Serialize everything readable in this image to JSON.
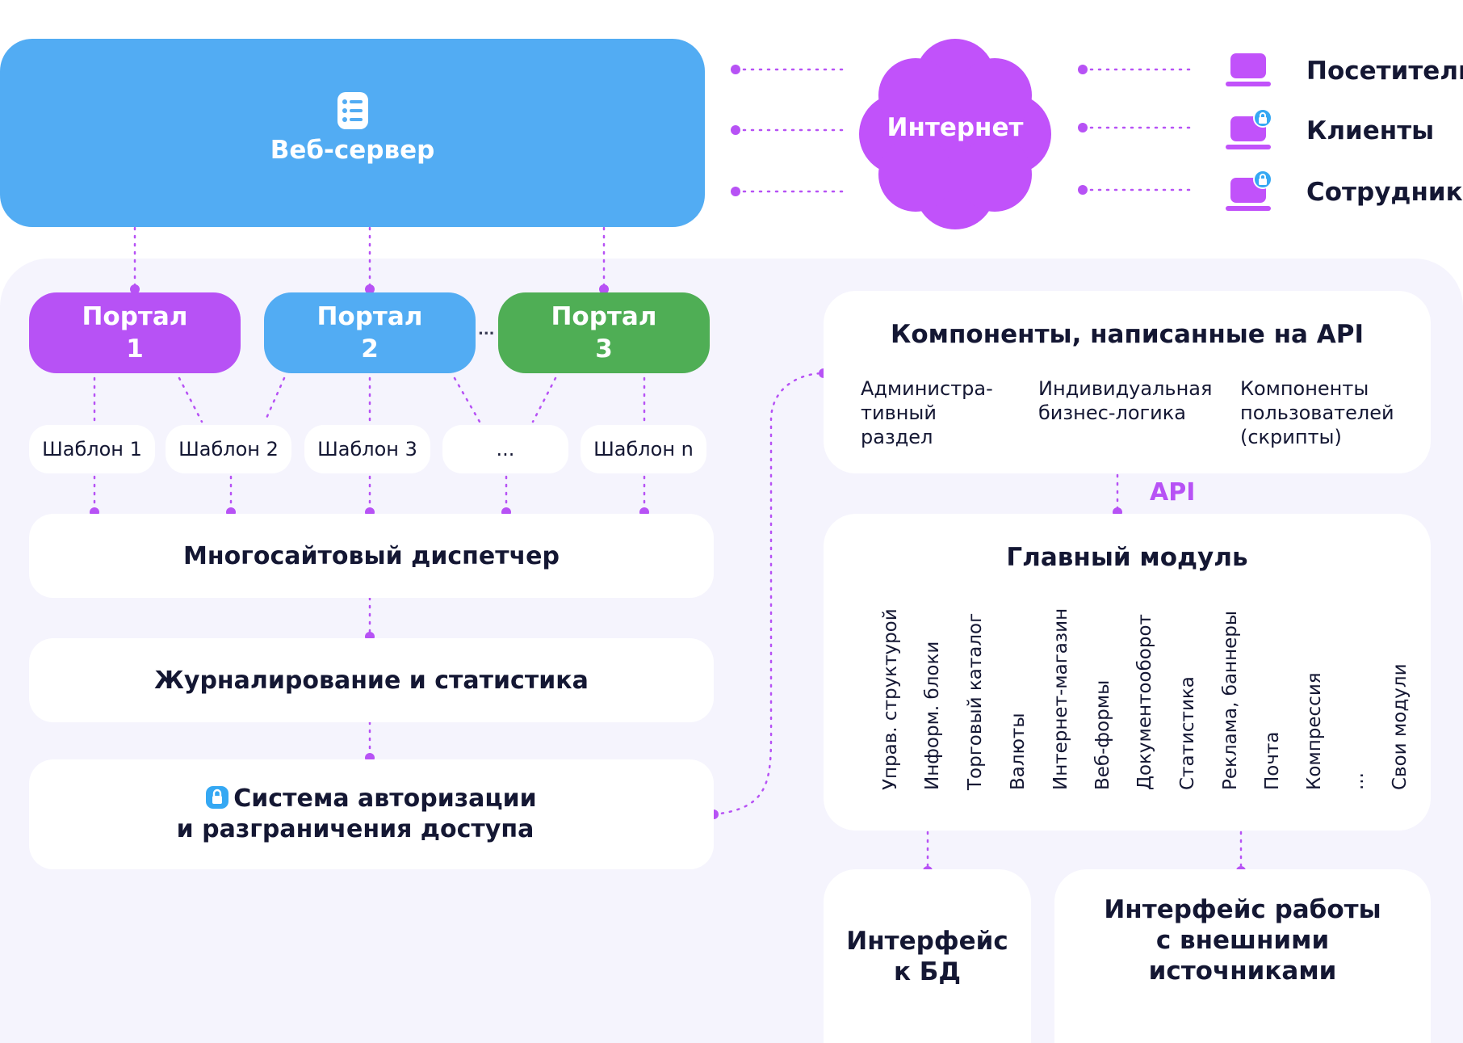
{
  "colors": {
    "accent_purple": "#b752f5",
    "web_server_blue": "#52acf3",
    "portal_1": "#b752f5",
    "portal_2": "#52acf3",
    "portal_3": "#4fae55",
    "panel_background": "#f5f4fd",
    "lock_blue": "#35a8f3"
  },
  "web_server": {
    "label": "Веб-сервер",
    "icon": "server-list-icon"
  },
  "internet": {
    "label": "Интернет",
    "icon": "cloud-icon"
  },
  "audiences": [
    {
      "label": "Посетители",
      "icon": "laptop-icon",
      "locked": false
    },
    {
      "label": "Клиенты",
      "icon": "laptop-lock-icon",
      "locked": true
    },
    {
      "label": "Сотрудники",
      "icon": "laptop-lock-icon",
      "locked": true
    }
  ],
  "portals": [
    {
      "line1": "Портал",
      "line2": "1"
    },
    {
      "line1": "Портал",
      "line2": "2"
    },
    {
      "line1": "Портал",
      "line2": "3"
    }
  ],
  "portal_ellipsis": "...",
  "templates": [
    "Шаблон 1",
    "Шаблон 2",
    "Шаблон 3",
    "...",
    "Шаблон n"
  ],
  "multisite_dispatcher": "Многосайтовый диспетчер",
  "logging": "Журналирование и статистика",
  "auth_system": {
    "line1": "Система авторизации",
    "line2": "и разграничения доступа",
    "icon": "lock-icon"
  },
  "api_components": {
    "title": "Компоненты, написанные на API",
    "items": [
      "Администра-\nтивный\nраздел",
      "Индивидуальная\nбизнес-логика",
      "Компоненты\nпользователей\n(скрипты)"
    ]
  },
  "api_label": "API",
  "main_module": {
    "title": "Главный модуль",
    "modules": [
      "Управ. структурой",
      "Информ. блоки",
      "Торговый каталог",
      "Валюты",
      "Интернет-магазин",
      "Веб-формы",
      "Документооборот",
      "Статистика",
      "Реклама, баннеры",
      "Почта",
      "Компрессия",
      "...",
      "Свои модули"
    ]
  },
  "db_interface": {
    "line1": "Интерфейс",
    "line2": "к БД"
  },
  "external_interface": {
    "line1": "Интерфейс работы",
    "line2": "с внешними",
    "line3": "источниками"
  }
}
